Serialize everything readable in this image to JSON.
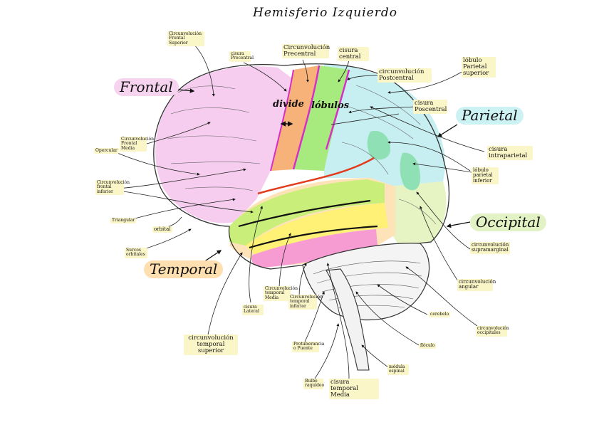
{
  "title": "Hemisferio Izquierdo",
  "lobes": {
    "frontal": "Frontal",
    "parietal": "Parietal",
    "occipital": "Occipital",
    "temporal": "Temporal"
  },
  "colors": {
    "frontal": "#f6cdef",
    "parietal": "#c7eef0",
    "occipital": "#e6f3c2",
    "temporal": "#ffe3b8",
    "precentral": "#f7b27a",
    "postcentral": "#a7ea7e",
    "sup_temporal": "#c9ef7a",
    "mid_temporal": "#fff176",
    "inf_temporal": "#f79cd3",
    "parietal_sup": "#b2f0df",
    "parietal_inf": "#8fe0b4",
    "central_line": "#d62fc8",
    "lateral_line": "#e23b1e"
  },
  "center": {
    "divide": "divide",
    "lobulos": "lóbulos"
  },
  "labels": {
    "circ_frontal_sup": "Circunvolución Frontal Superior",
    "cisura_precentral": "cisura Precentral",
    "circ_precentral": "Circunvolución Precentral",
    "cisura_central": "cisura central",
    "circ_postcentral": "circunvolución Postcentral",
    "lobulo_parietal_sup": "lóbulo Parietal superior",
    "cisura_poscentral": "cisura Poscentral",
    "circ_frontal_media": "Circunvolución Frontal Media",
    "opercular": "Opercular",
    "circ_frontal_inf": "Circunvolución frontal inferior",
    "triangular": "Triangular",
    "orbital": "orbital",
    "surcos_orbit": "Surcos orbitales",
    "cisura_intraparietal": "cisura intraparietal",
    "lobulo_parietal_inf": "lóbulo parietal inferior",
    "circ_supramarginal": "circunvolución supramarginal",
    "circ_angular": "circunvolución angular",
    "cisura_lateral": "cisura Lateral",
    "circ_temporal_media": "Circunvolución temporal Media",
    "circ_temporal_inf": "Circunvolución temporal inferior",
    "protuberancia": "Protuberancia o Puente",
    "cerebelo": "cerebelo",
    "circ_occipitales": "circunvolución occipitales",
    "flocculo": "flóculo",
    "circ_temp_sup": "circunvolución temporal superior",
    "bulbo": "Bulbo raquídeo",
    "cisura_temp_media": "cisura temporal Media",
    "medula": "médula espinal"
  }
}
